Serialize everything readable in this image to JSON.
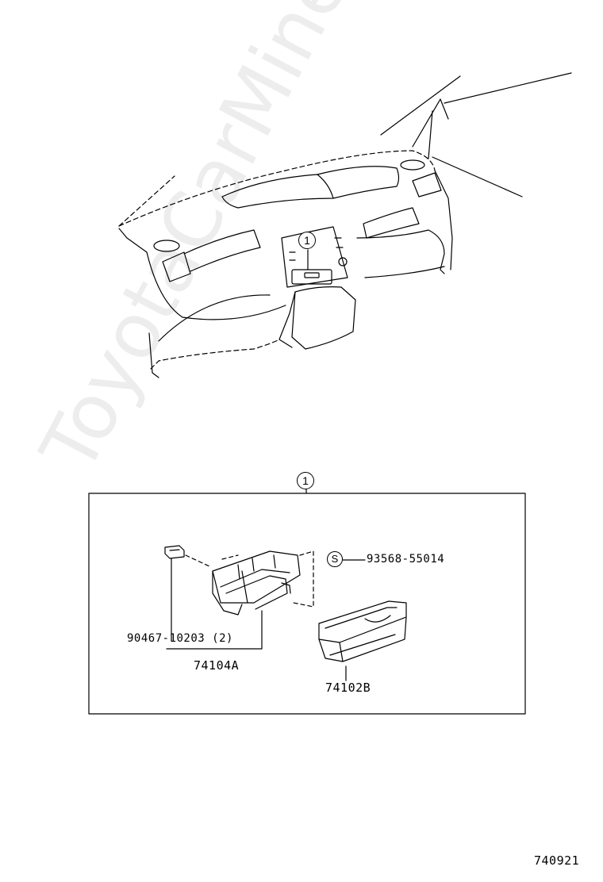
{
  "diagram": {
    "ref_mark": "1",
    "seal_mark": "S",
    "parts": {
      "screw": "90467-10203 (2)",
      "housing": "74104A",
      "seal": "93568-55014",
      "tray": "74102B"
    },
    "figure_code": "740921",
    "watermark": "ToyotaCarMine.ru"
  }
}
